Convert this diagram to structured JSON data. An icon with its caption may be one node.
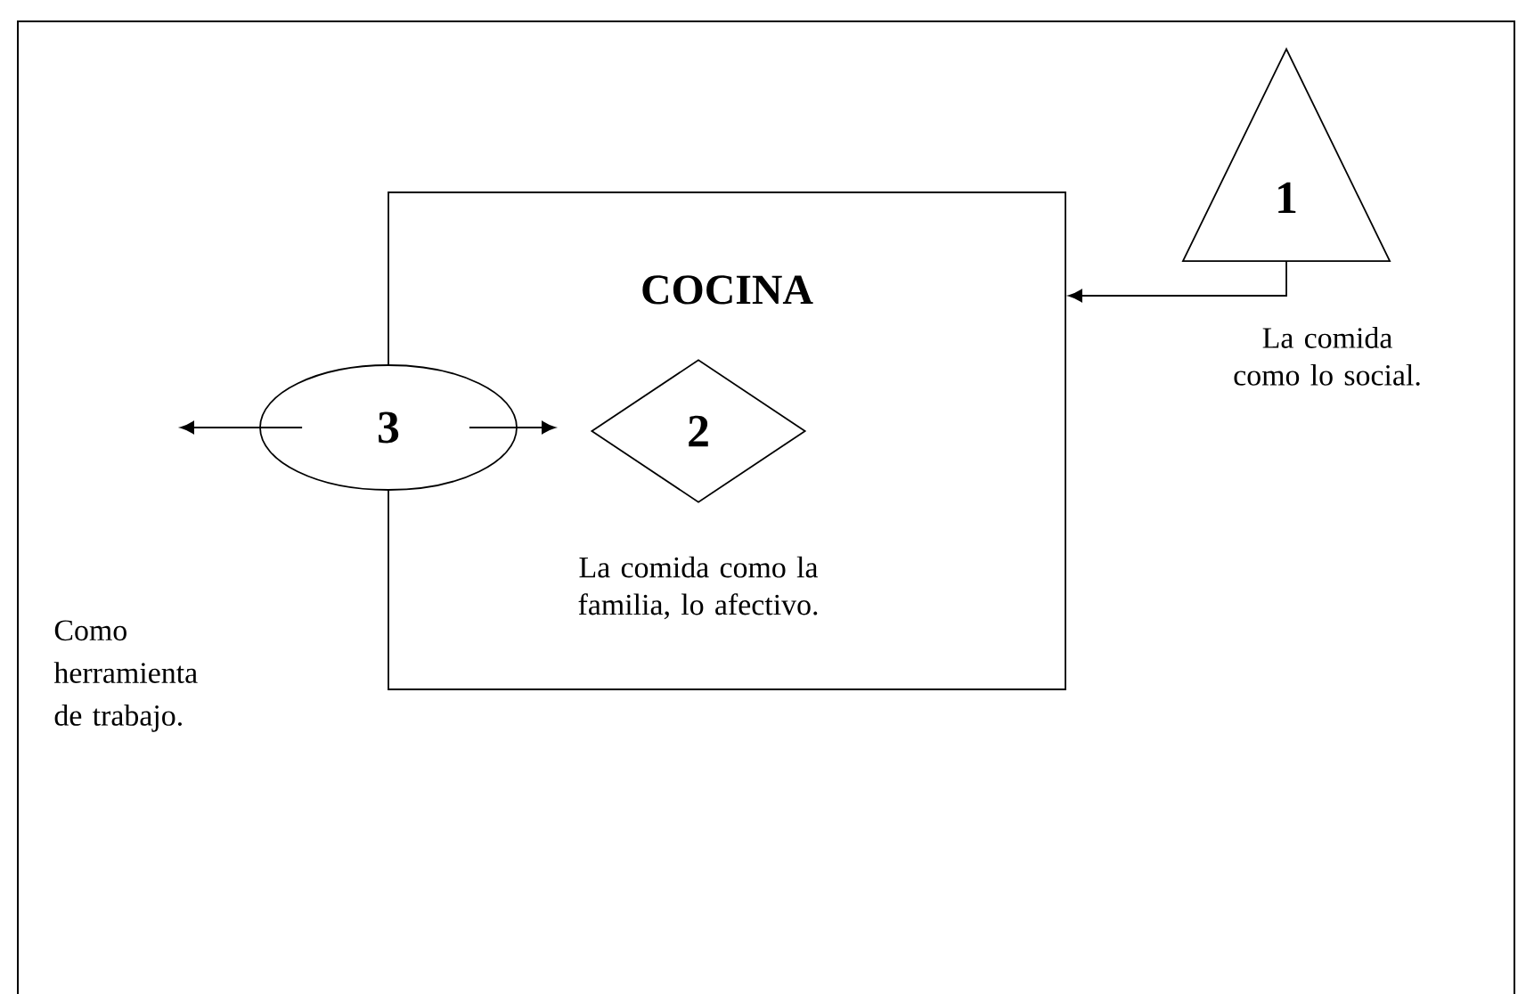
{
  "diagram": {
    "nodes": [
      {
        "text": [
          "COCINA"
        ]
      },
      {
        "text": [
          "1"
        ],
        "beside": [
          "La comida como lo social."
        ]
      },
      {
        "text": [
          "2"
        ],
        "in": 0,
        "beside": [
          "La comida como la familia, lo afectivo."
        ]
      },
      {
        "text": [
          "3"
        ]
      }
    ],
    "edges": [
      {
        "from": 1,
        "to": 0,
        "arrow": "to"
      },
      {
        "from": 3,
        "to": null,
        "arrow": "to"
      },
      {
        "from": 3,
        "to": null,
        "arrow": "to"
      }
    ],
    "labels": [
      "Como herramienta de trabajo."
    ]
  }
}
